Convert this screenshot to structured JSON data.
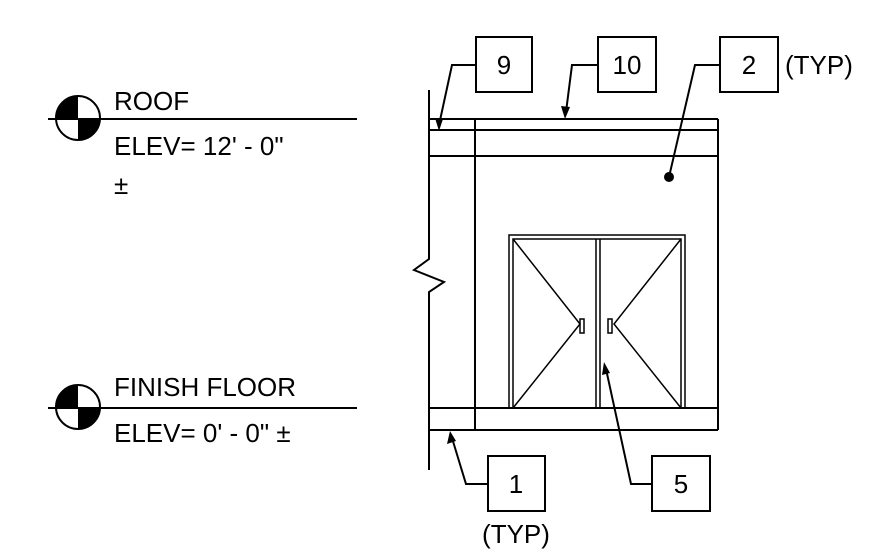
{
  "levels": {
    "roof": {
      "title": "ROOF",
      "elevation_line1": "ELEV= 12' - 0\"",
      "elevation_line2": "±"
    },
    "finish_floor": {
      "title": "FINISH FLOOR",
      "elevation": "ELEV= 0' - 0\" ±"
    }
  },
  "keynotes": {
    "k9": {
      "number": "9"
    },
    "k10": {
      "number": "10"
    },
    "k2": {
      "number": "2",
      "note": "(TYP)"
    },
    "k1": {
      "number": "1",
      "note": "(TYP)"
    },
    "k5": {
      "number": "5"
    }
  },
  "colors": {
    "linework": "#000000",
    "background": "#ffffff"
  }
}
